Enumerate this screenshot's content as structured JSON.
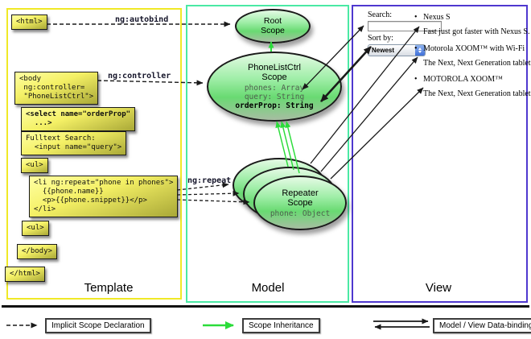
{
  "template": {
    "label": "Template",
    "boxes": [
      {
        "text": "<html>"
      },
      {
        "text": "<body\n ng:controller=\n \"PhoneListCtrl\">"
      },
      {
        "text": "<select name=\"orderProp\"\n  ...>"
      },
      {
        "text": "Fulltext Search:\n  <input name=\"query\">"
      },
      {
        "text": "<ul>"
      },
      {
        "text": "<li ng:repeat=\"phone in phones\">\n  {{phone.name}}\n  <p>{{phone.snippet}}</p>\n</li>"
      },
      {
        "text": "<ul>"
      },
      {
        "text": "</body>"
      },
      {
        "text": "</html>"
      }
    ]
  },
  "model": {
    "label": "Model",
    "root_scope": {
      "title": "Root\nScope"
    },
    "phonelist_scope": {
      "title": "PhoneListCtrl\nScope",
      "prop1": "phones: Array",
      "prop2": "query: String",
      "prop3": "orderProp: String"
    },
    "repeater_scope": {
      "title": "Repeater\nScope",
      "prop1": "phone: Object"
    }
  },
  "view": {
    "label": "View",
    "search_label": "Search:",
    "search_value": "",
    "sort_label": "Sort by:",
    "sort_value": "Newest",
    "items": [
      {
        "bullet": "•",
        "title": "Nexus S",
        "desc": "Fast just got faster with Nexus S."
      },
      {
        "bullet": "•",
        "title": "Motorola XOOM™ with Wi-Fi",
        "desc": "The Next, Next Generation tablet."
      },
      {
        "bullet": "•",
        "title": "MOTOROLA XOOM™",
        "desc": "The Next, Next Generation tablet."
      }
    ]
  },
  "annotations": {
    "autobind": "ng:autobind",
    "controller": "ng:controller",
    "repeat": "ng:repeat"
  },
  "legend": {
    "implicit": "Implicit Scope Declaration",
    "inheritance": "Scope Inheritance",
    "databinding": "Model / View Data-binding"
  },
  "colors": {
    "template_border": "#f0e926",
    "model_border": "#4ae9a4",
    "view_border": "#4f38cf",
    "arrow_green": "#2bdc3a",
    "arrow_black": "#1a1a1a",
    "box_yellow_light": "#ffffa2",
    "box_yellow_dark": "#a9a837",
    "scope_green": "#69da72"
  }
}
